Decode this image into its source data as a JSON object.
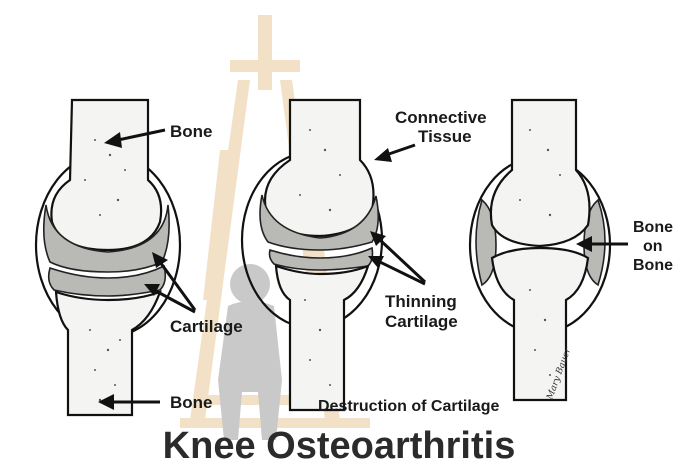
{
  "labels": {
    "bone_top": "Bone",
    "cartilage": "Cartilage",
    "bone_bottom": "Bone",
    "connective_line1": "Connective",
    "connective_line2": "Tissue",
    "thinning_line1": "Thinning",
    "thinning_line2": "Cartilage",
    "destruction": "Destruction of Cartilage",
    "bob_line1": "Bone",
    "bob_line2": "on",
    "bob_line3": "Bone"
  },
  "signature": "Mary Bauer",
  "title": "Knee Osteoarthritis",
  "colors": {
    "watermark": "#e8c99a",
    "silhouette": "#9e9e9e",
    "cartilage": "#b9b9b6",
    "bone": "#f4f4f2",
    "ink": "#111111"
  },
  "icons": {
    "watermark": "university-seal-watermark",
    "person": "person-silhouette-watermark"
  }
}
